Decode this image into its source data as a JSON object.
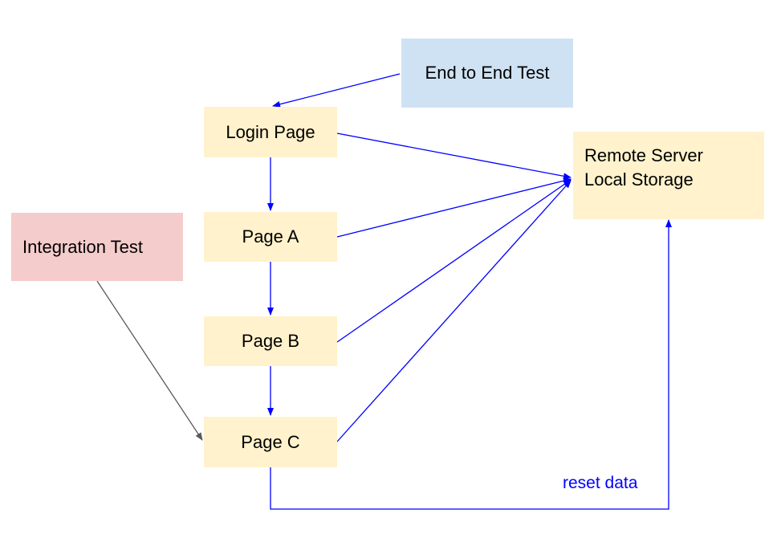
{
  "nodes": {
    "end_to_end_test": {
      "label": "End to End Test",
      "fill": "#cfe2f3"
    },
    "login_page": {
      "label": "Login Page",
      "fill": "#fff2cc"
    },
    "page_a": {
      "label": "Page A",
      "fill": "#fff2cc"
    },
    "page_b": {
      "label": "Page B",
      "fill": "#fff2cc"
    },
    "page_c": {
      "label": "Page C",
      "fill": "#fff2cc"
    },
    "integration_test": {
      "label": "Integration Test",
      "fill": "#f4cccc"
    },
    "remote_server": {
      "lines": [
        "Remote Server",
        "Local Storage"
      ],
      "fill": "#fff2cc"
    }
  },
  "edges": {
    "reset_label": "reset data",
    "blue": "#0000ff",
    "gray": "#595959"
  }
}
